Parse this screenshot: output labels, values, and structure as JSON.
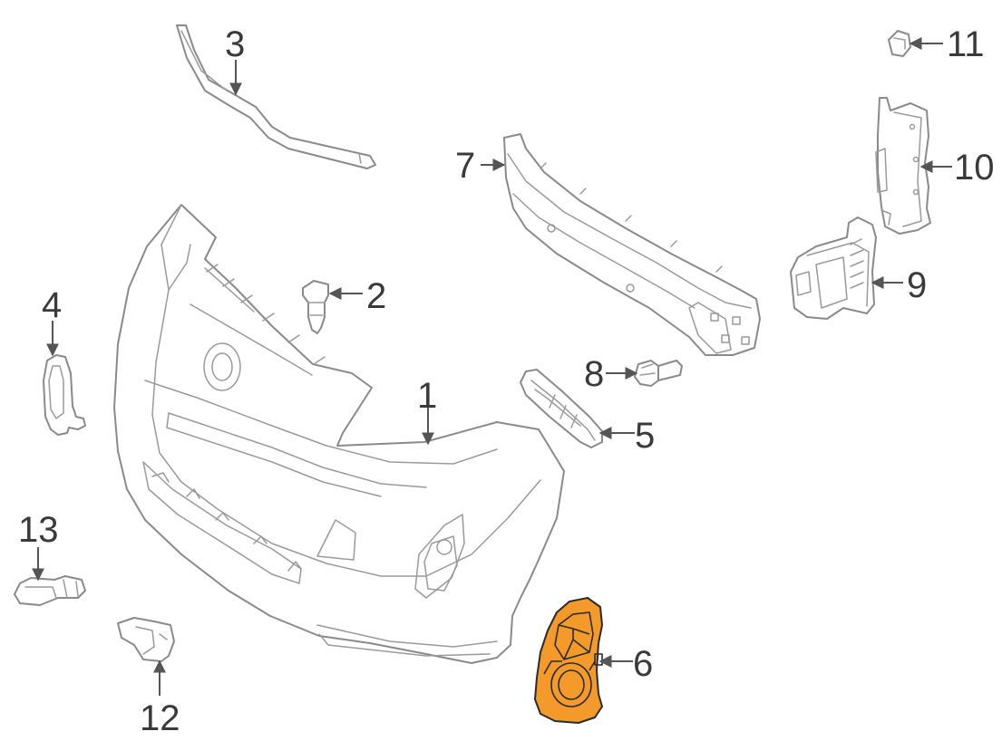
{
  "callouts": [
    {
      "id": "1",
      "label": "1"
    },
    {
      "id": "2",
      "label": "2"
    },
    {
      "id": "3",
      "label": "3"
    },
    {
      "id": "4",
      "label": "4"
    },
    {
      "id": "5",
      "label": "5"
    },
    {
      "id": "6",
      "label": "6"
    },
    {
      "id": "7",
      "label": "7"
    },
    {
      "id": "8",
      "label": "8"
    },
    {
      "id": "9",
      "label": "9"
    },
    {
      "id": "10",
      "label": "10"
    },
    {
      "id": "11",
      "label": "11"
    },
    {
      "id": "12",
      "label": "12"
    },
    {
      "id": "13",
      "label": "13"
    }
  ],
  "highlighted_part": "6",
  "colors": {
    "highlight": "#f39a2a",
    "line": "#8a8a8a",
    "text": "#3a3a3a"
  }
}
